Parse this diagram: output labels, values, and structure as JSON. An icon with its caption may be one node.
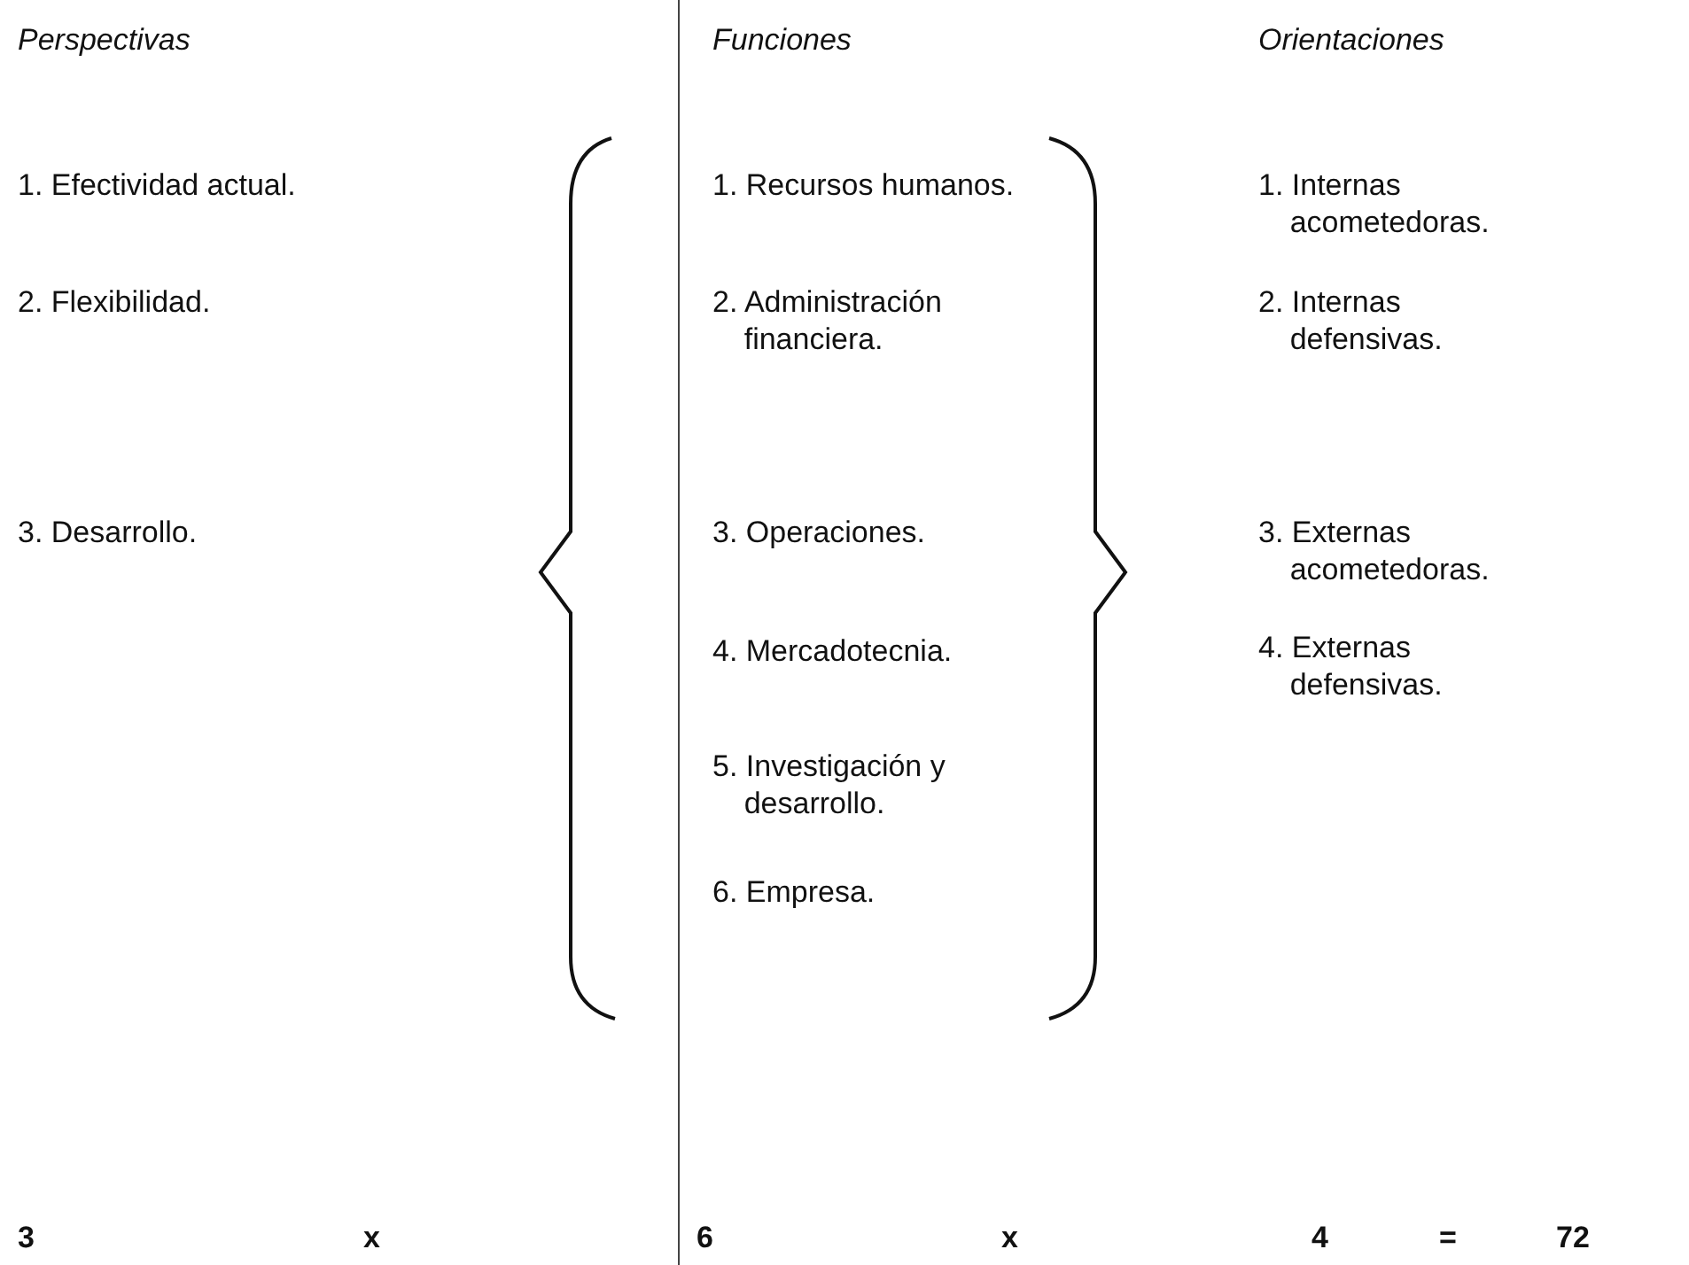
{
  "diagram": {
    "labels": [
      "Perspectivas",
      "Funciones",
      "Orientaciones",
      "1. Efectividad actual.",
      "2. Flexibilidad.",
      "3. Desarrollo.",
      "1. Recursos humanos.",
      "2. Administración financiera.",
      "3. Operaciones.",
      "4. Mercadotecnia.",
      "5. Investigación y desarrollo.",
      "6. Empresa.",
      "1. Internas acometedoras.",
      "2. Internas defensivas.",
      "3. Externas acometedoras.",
      "4. Externas defensivas.",
      "3",
      "x",
      "6",
      "x",
      "4",
      "=",
      "72"
    ]
  }
}
